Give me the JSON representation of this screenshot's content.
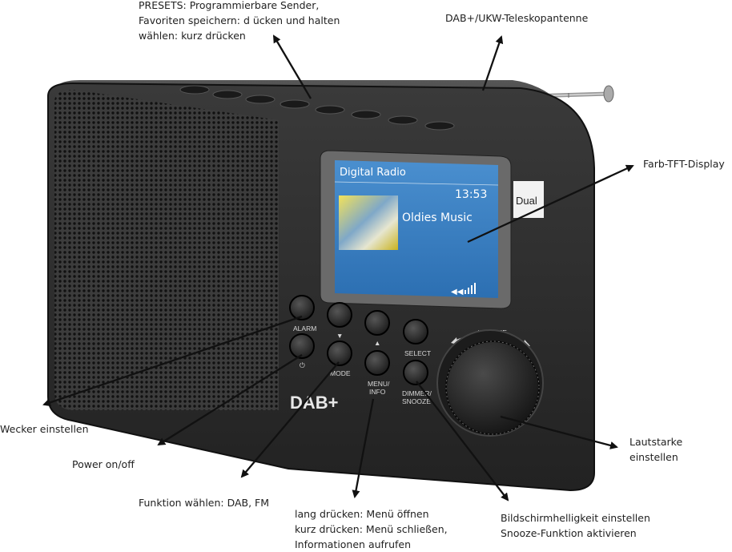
{
  "annotations": {
    "presets": [
      "PRESETS: Programmierbare Sender,",
      "Favoriten speichern: d ücken und halten",
      "wählen: kurz drücken"
    ],
    "antenna": [
      "DAB+/UKW-Teleskopantenne"
    ],
    "display": [
      "Farb-TFT-Display"
    ],
    "alarm": [
      "Wecker einstellen"
    ],
    "power": [
      "Power on/off"
    ],
    "mode": [
      "Funktion wählen: DAB, FM"
    ],
    "menu": [
      "lang drücken: Menü öffnen",
      "kurz drücken: Menü schließen,",
      "Informationen aufrufen"
    ],
    "dimmer": [
      "Bildschirmhelligkeit einstellen",
      "Snooze-Funktion aktivieren"
    ],
    "volume": [
      "Lautstarke",
      "einstellen"
    ]
  },
  "screen": {
    "header": "Digital Radio",
    "time": "13:53",
    "station": "Oldies Music"
  },
  "device": {
    "brand": "Dual",
    "logo": "DAB+",
    "buttons": {
      "alarm": "ALARM",
      "power_symbol": "⏻",
      "down": "▼",
      "mode": "MODE",
      "up": "▲",
      "menu": [
        "MENU/",
        "INFO"
      ],
      "select": "SELECT",
      "dimmer": [
        "DIMMER/",
        "SNOOZE"
      ]
    },
    "volume_label": "VOLUME"
  },
  "colors": {
    "body": "#2a2a2a",
    "screen": "#3a86c8",
    "arrow": "#111111"
  }
}
